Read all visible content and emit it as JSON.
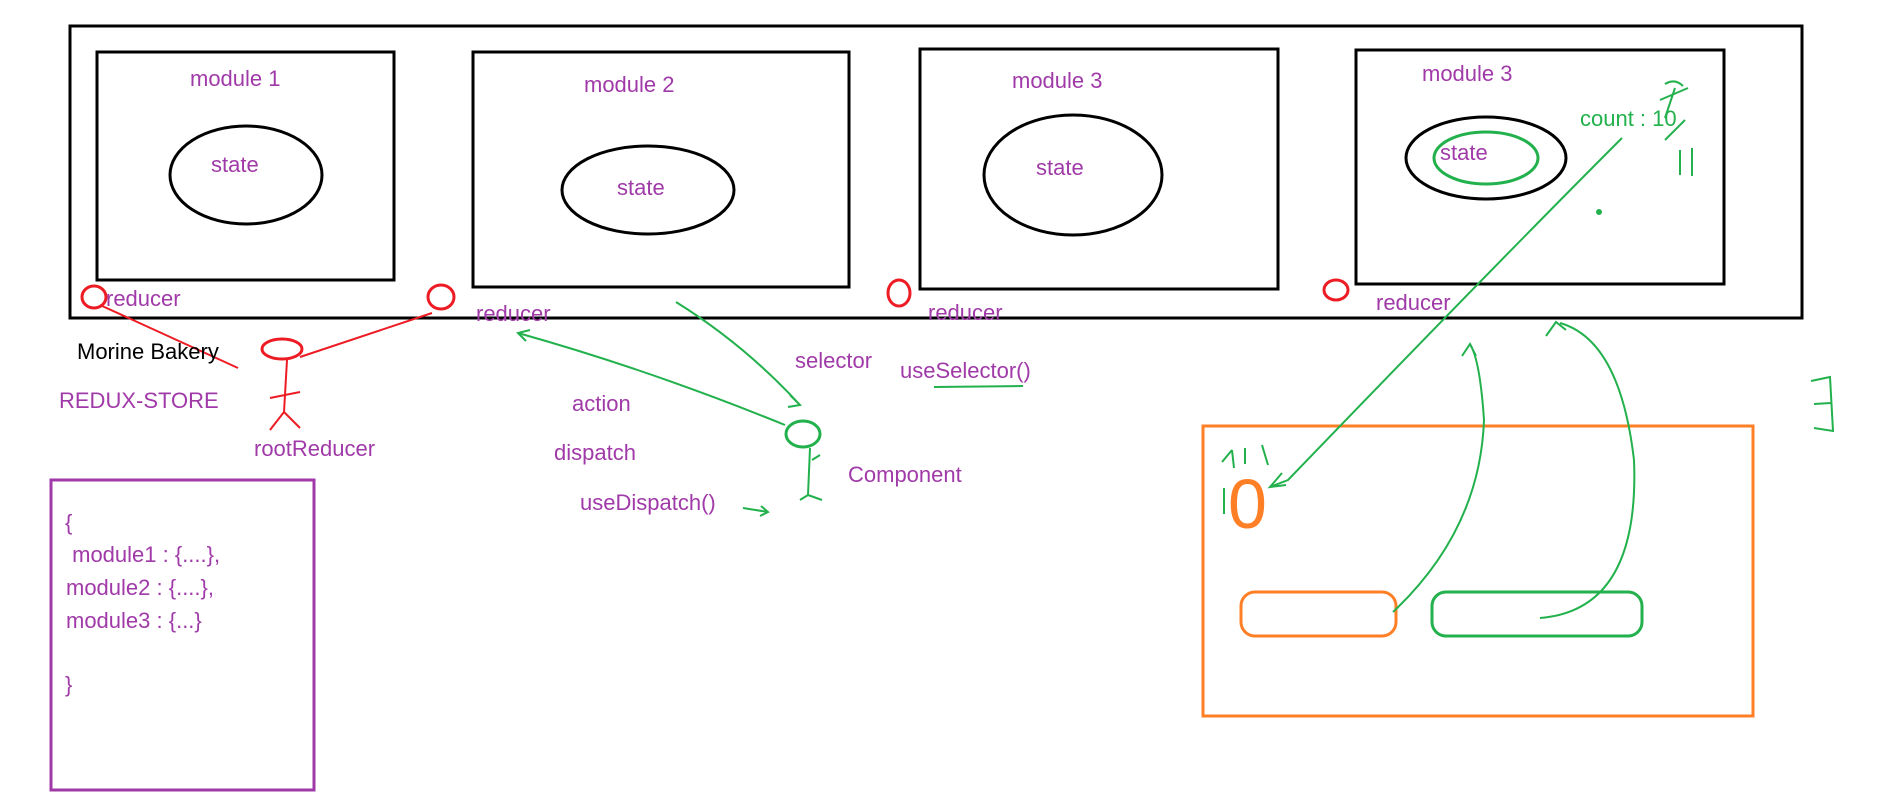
{
  "modules": [
    {
      "title": "module 1",
      "state_label": "state"
    },
    {
      "title": "module 2",
      "state_label": "state"
    },
    {
      "title": "module 3",
      "state_label": "state"
    },
    {
      "title": "module 3",
      "state_label": "state"
    }
  ],
  "reducer_labels": [
    "reducer",
    "reducer",
    "reducer",
    "reducer"
  ],
  "count_label": "count : 10",
  "store_name": "Morine Bakery",
  "store_label": "REDUX-STORE",
  "root_reducer_label": "rootReducer",
  "state_object_lines": [
    "{",
    " module1 : {....},",
    "module2 : {....},",
    "module3 : {...}",
    "",
    "}"
  ],
  "flow": {
    "selector": "selector",
    "use_selector": "useSelector()",
    "action": "action",
    "dispatch": "dispatch",
    "use_dispatch": "useDispatch()",
    "component": "Component"
  },
  "counter_value": "0",
  "colors": {
    "purple": "#a03aa8",
    "green": "#22b14c",
    "red": "#ed1c24",
    "orange": "#ff7f27",
    "black": "#000000"
  }
}
